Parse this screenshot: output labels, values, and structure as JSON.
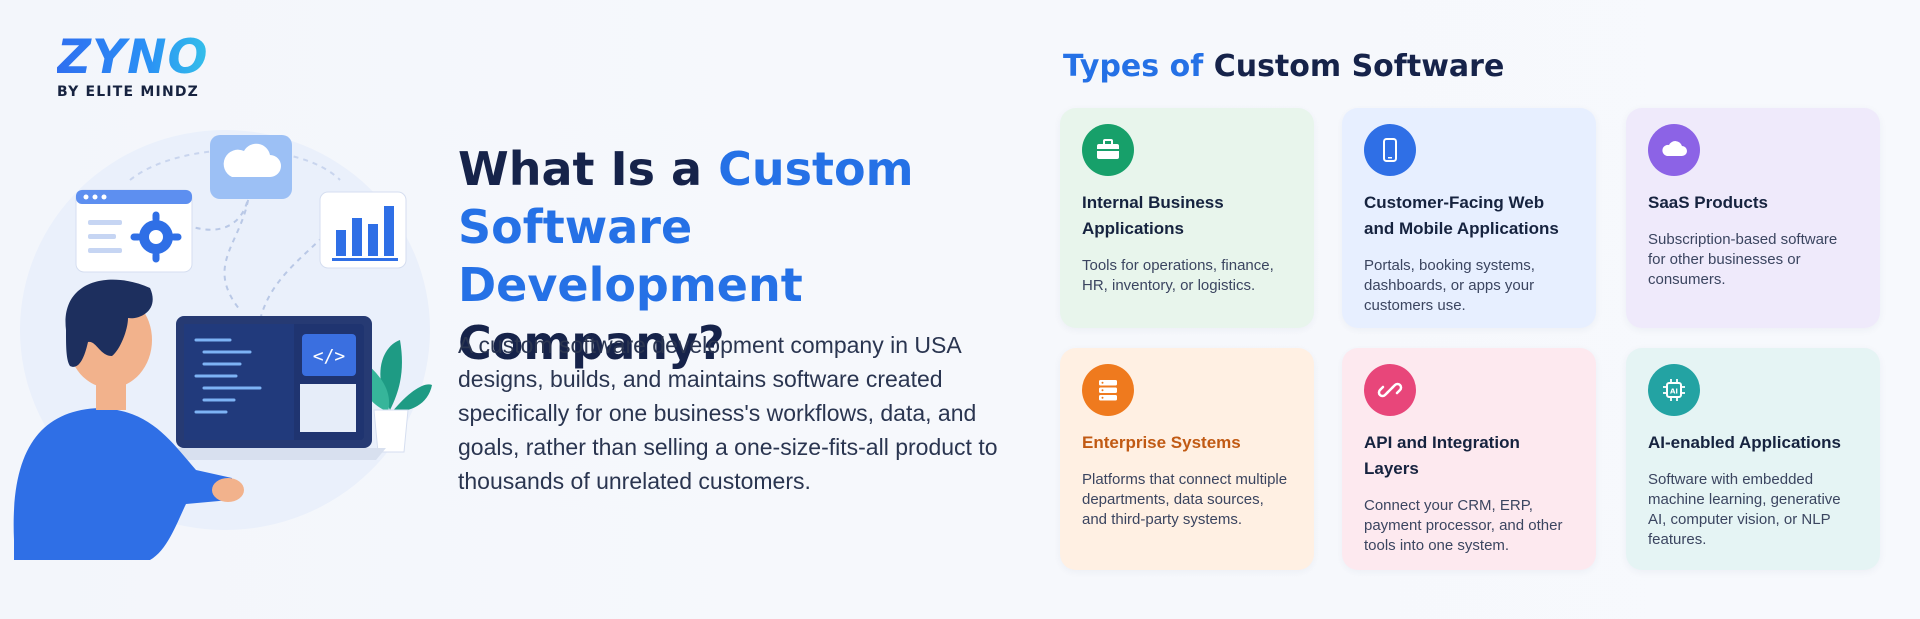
{
  "brand": {
    "logo_text": "ZYNO",
    "tagline": "BY ELITE MINDZ",
    "accent_color": "#2571e6"
  },
  "headline": {
    "part1": "What Is a ",
    "accent": "Custom Software Development",
    "part2": "Company?"
  },
  "description": "A custom software development company in USA designs, builds, and maintains software created specifically for one business's workflows, data, and goals, rather than selling a one-size-fits-all product to thousands of unrelated customers.",
  "types": {
    "title_accent": "Types of",
    "title_rest": " Custom Software",
    "cards": [
      {
        "title": "Internal Business Applications",
        "description": "Tools for operations, finance, HR, inventory, or logistics.",
        "icon": "briefcase-icon",
        "icon_color": "#17a06a"
      },
      {
        "title": "Customer-Facing Web and Mobile Applications",
        "description": "Portals, booking systems, dashboards, or apps your customers use.",
        "icon": "smartphone-icon",
        "icon_color": "#2f6fe6"
      },
      {
        "title": "SaaS Products",
        "description": "Subscription-based software for other businesses or consumers.",
        "icon": "cloud-icon",
        "icon_color": "#8c63e6"
      },
      {
        "title": "Enterprise Systems",
        "description": "Platforms that connect multiple departments, data sources, and third-party systems.",
        "icon": "server-icon",
        "icon_color": "#ef7a1e"
      },
      {
        "title": "API and Integration Layers",
        "description": "Connect your CRM, ERP, payment processor, and other tools into one system.",
        "icon": "link-icon",
        "icon_color": "#e8467a"
      },
      {
        "title": "AI-enabled Applications",
        "description": "Software with embedded machine learning, generative AI, computer vision, or NLP features.",
        "icon": "ai-chip-icon",
        "icon_color": "#23a3a3"
      }
    ]
  }
}
